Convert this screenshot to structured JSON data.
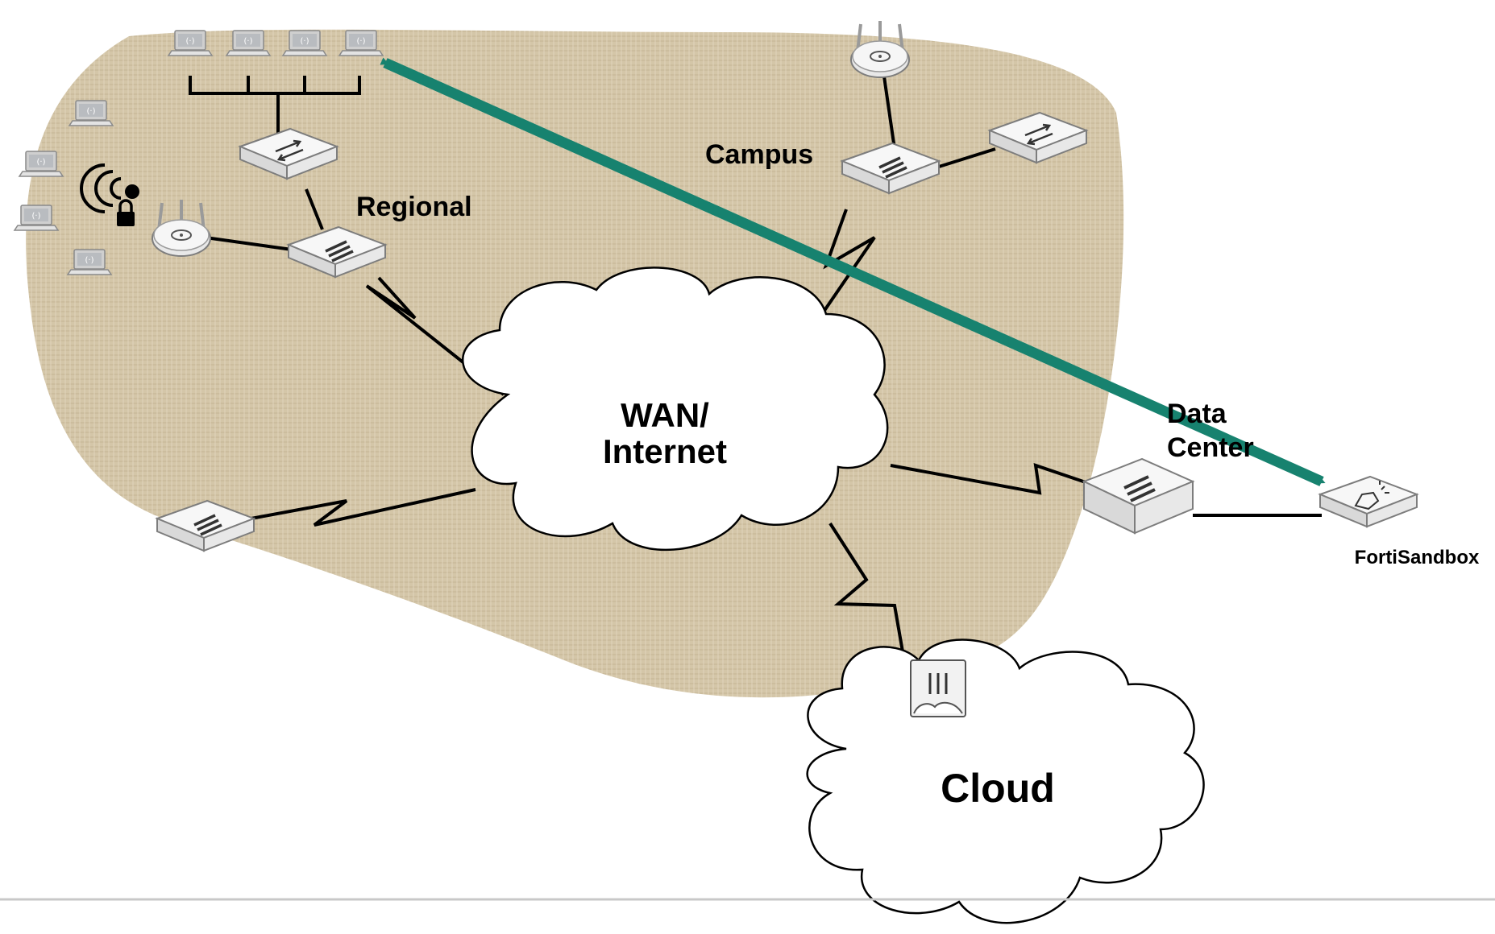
{
  "labels": {
    "regional": "Regional",
    "campus": "Campus",
    "wan_line1": "WAN/",
    "wan_line2": "Internet",
    "data_center_line1": "Data",
    "data_center_line2": "Center",
    "cloud": "Cloud",
    "fortisandbox": "FortiSandbox"
  },
  "colors": {
    "region_fill": "#d4c6a8",
    "arrow": "#17826f",
    "line": "#000000",
    "cloud_fill": "#ffffff",
    "device_body": "#f2f2f2",
    "divider": "#c8c8c8"
  },
  "icons": [
    "laptop-icon",
    "wireless-ap-icon",
    "switch-icon",
    "fortigate-firewall-icon",
    "secure-wifi-user-icon",
    "fortigate-cloud-icon",
    "fortisandbox-icon"
  ]
}
